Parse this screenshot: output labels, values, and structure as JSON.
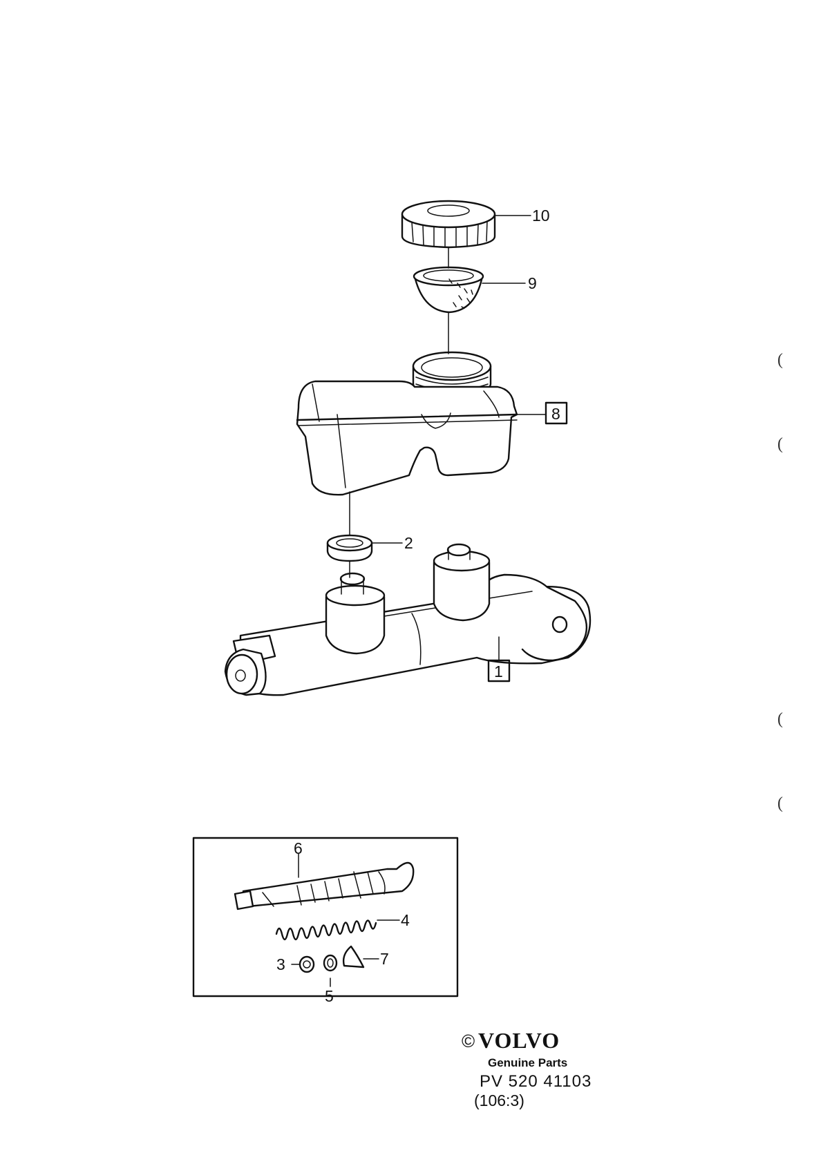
{
  "callouts": {
    "c1": "1",
    "c2": "2",
    "c3": "3",
    "c4": "4",
    "c5": "5",
    "c6": "6",
    "c7": "7",
    "c8": "8",
    "c9": "9",
    "c10": "10"
  },
  "footer": {
    "copyright": "©",
    "brand": "VOLVO",
    "tagline": "Genuine Parts",
    "part_number": "PV 520 41103",
    "page_ref": "(106:3)"
  },
  "margin_marks": [
    "(",
    "(",
    "(",
    "("
  ]
}
